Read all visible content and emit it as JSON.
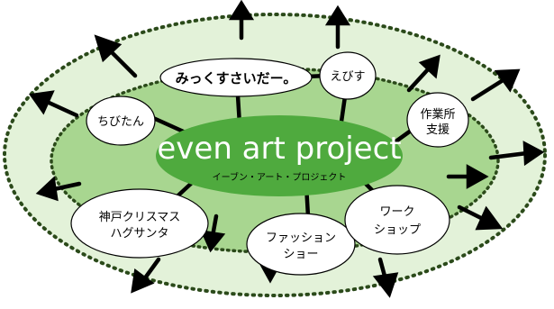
{
  "center": {
    "title": "even art project",
    "subtitle": "イーブン・アート・プロジェクト"
  },
  "nodes": [
    {
      "id": "mixsaida",
      "lines": [
        "みっくすさいだー。"
      ]
    },
    {
      "id": "ebisu",
      "lines": [
        "えびす"
      ]
    },
    {
      "id": "chibitan",
      "lines": [
        "ちびたん"
      ]
    },
    {
      "id": "sagyousho",
      "lines": [
        "作業所",
        "支援"
      ]
    },
    {
      "id": "kobe",
      "lines": [
        "神戸クリスマス",
        "ハグサンタ"
      ]
    },
    {
      "id": "fashion",
      "lines": [
        "ファッション",
        "ショー"
      ]
    },
    {
      "id": "workshop",
      "lines": [
        "ワーク",
        "ショップ"
      ]
    }
  ],
  "colors": {
    "outer_ring": "#e3f2d9",
    "inner_ring": "#a8d690",
    "center_fill": "#4faa3e",
    "dots": "#2b4a1a",
    "node_fill": "#ffffff",
    "stroke": "#000000"
  }
}
